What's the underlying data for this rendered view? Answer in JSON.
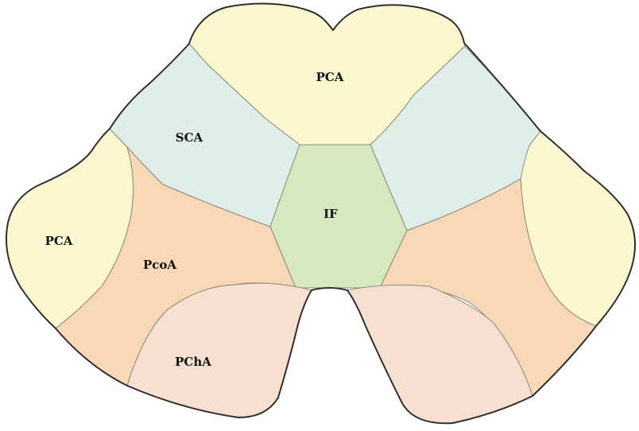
{
  "colors": {
    "pca": "#fbf8cf",
    "sca": "#dfeee8",
    "if": "#d6e8c0",
    "pcoa": "#f8d8b6",
    "pcha": "#f7e0d0",
    "boundary": "#8a8a7a",
    "outline": "#2e2e2e",
    "text": "#111111"
  },
  "labels": {
    "pca_top": "PCA",
    "sca": "SCA",
    "if": "IF",
    "pca_left": "PCA",
    "pcoa": "PcoA",
    "pcha": "PChA"
  }
}
